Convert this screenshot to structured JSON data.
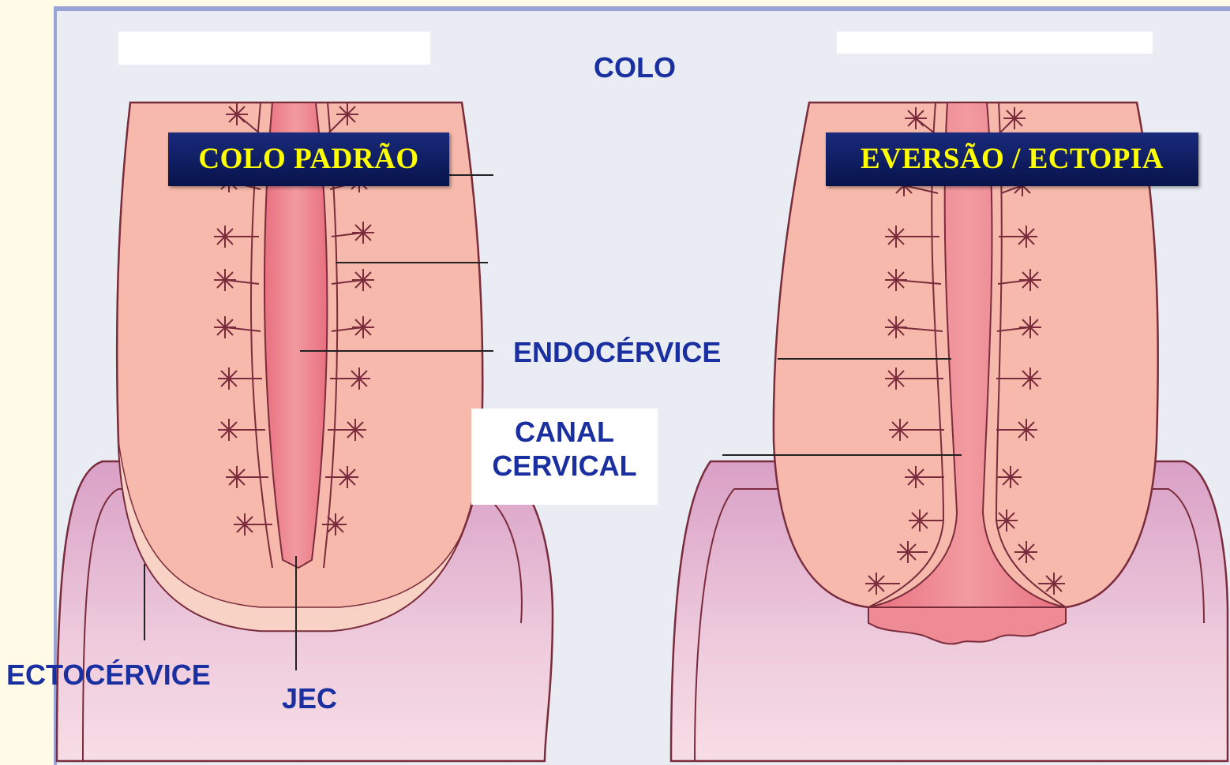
{
  "titles": {
    "left": "COLO PADRÃO",
    "right": "EVERSÃO / ECTOPIA"
  },
  "labels": {
    "colo": "COLO",
    "endocervice": "ENDOCÉRVICE",
    "canal_line1": "CANAL",
    "canal_line2": "CERVICAL",
    "ectocervice": "ECTOCÉRVICE",
    "jec": "JEC"
  },
  "colors": {
    "label_text": "#1a2fa0",
    "title_text": "#ffff00",
    "title_bg": "#0b1a5e",
    "tissue": "#f6b9ab",
    "canal": "#ee8b94",
    "vagina": "#e4b3cf",
    "frame_border": "#9aa3d6"
  }
}
